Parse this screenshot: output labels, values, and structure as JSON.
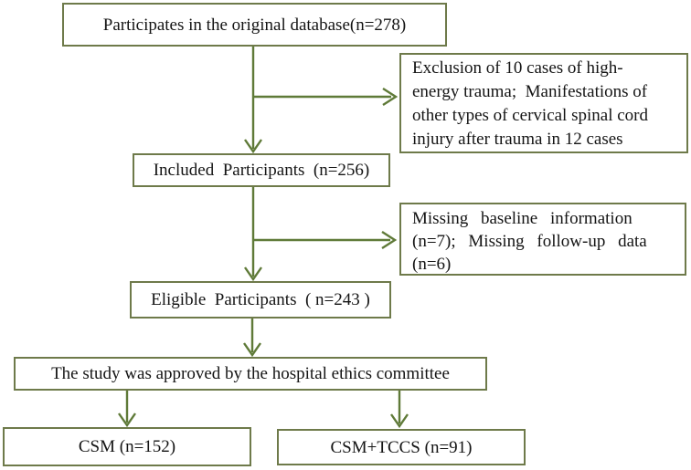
{
  "figure": {
    "type": "flowchart",
    "colors": {
      "box_border": "#6e7a4a",
      "arrow": "#5f7a38",
      "text": "#141414",
      "background": "#ffffff"
    },
    "nodes": {
      "original": {
        "label": "Participates in the original database(n=278)"
      },
      "exclusion": {
        "lines": [
          "Exclusion of 10 cases of high-",
          "energy trauma;  Manifestations of",
          "other types of cervical spinal cord",
          "injury after trauma in 12 cases"
        ]
      },
      "included": {
        "label": "Included  Participants  (n=256)"
      },
      "missing": {
        "lines": [
          "Missing baseline information",
          "(n=7); Missing follow-up data",
          "(n=6)"
        ]
      },
      "eligible": {
        "label": "Eligible  Participants  ( n=243 )"
      },
      "ethics": {
        "label": "The study was approved by the hospital ethics committee"
      },
      "csm": {
        "label": "CSM (n=152)"
      },
      "csm_tccs": {
        "label": "CSM+TCCS (n=91)"
      }
    }
  }
}
